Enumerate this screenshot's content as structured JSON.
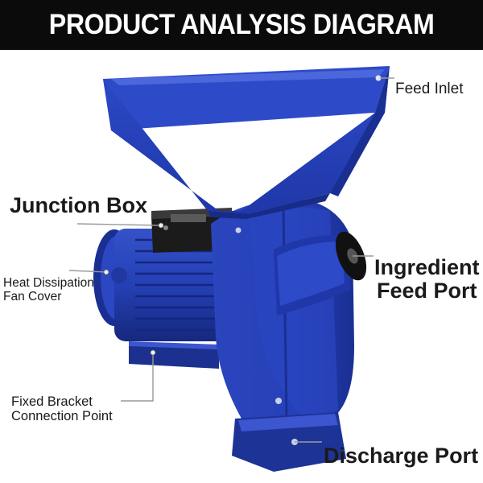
{
  "header": {
    "title": "PRODUCT ANALYSIS DIAGRAM",
    "background": "#0b0b0b",
    "text_color": "#ffffff"
  },
  "machine": {
    "body_color": "#2640b8",
    "shadow_color": "#182b86",
    "highlight_color": "#4c66dc"
  },
  "labels": {
    "feed_inlet": "Feed Inlet",
    "junction_box": "Junction Box",
    "heat_dissipation": [
      "Heat Dissipation",
      "Fan Cover"
    ],
    "ingredient_feed_port": [
      "Ingredient",
      "Feed Port"
    ],
    "fixed_bracket": [
      "Fixed Bracket",
      "Connection Point"
    ],
    "discharge_port": "Discharge Port"
  }
}
